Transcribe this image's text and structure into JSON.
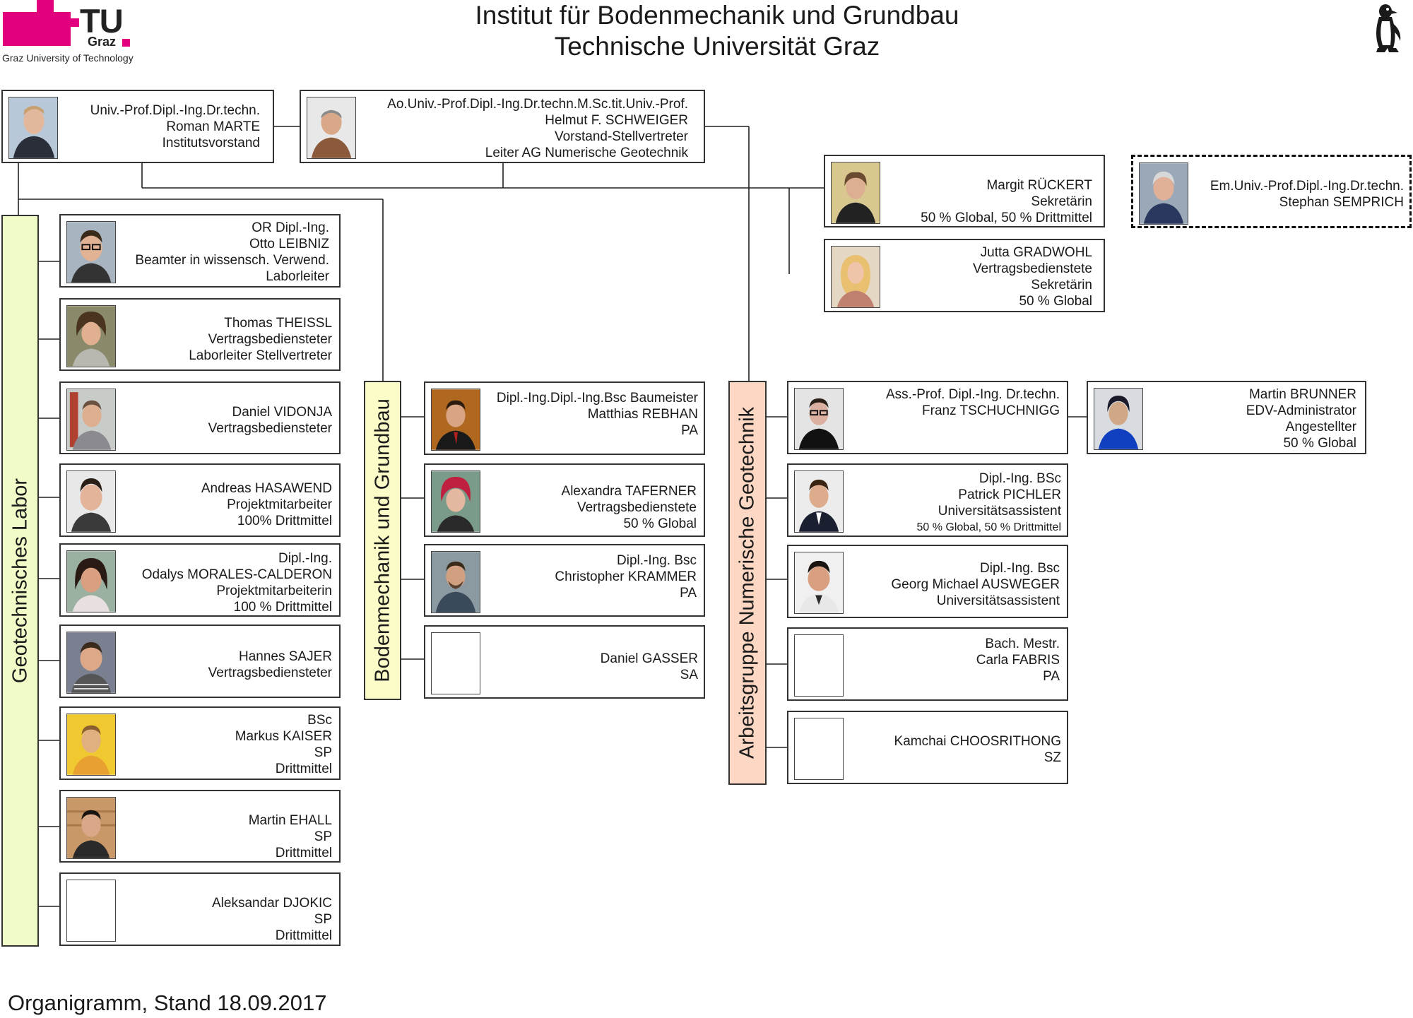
{
  "header": {
    "logo": {
      "mark": "TU",
      "city": "Graz",
      "subtitle": "Graz University of Technology"
    },
    "title_line1": "Institut für Bodenmechanik und Grundbau",
    "title_line2": "Technische Universität Graz",
    "mascot_icon": "penguin-icon"
  },
  "departments": {
    "labor": {
      "label": "Geotechnisches Labor",
      "color": "#f0fcc8"
    },
    "bodenmechanik": {
      "label": "Bodenmechanik und Grundbau",
      "color": "#fcfcc8"
    },
    "numerik": {
      "label": "Arbeitsgruppe Numerische Geotechnik",
      "color": "#fcd7c4"
    }
  },
  "people": {
    "marte": {
      "lines": [
        "Univ.-Prof.Dipl.-Ing.Dr.techn.",
        "Roman MARTE",
        "Institutsvorstand"
      ]
    },
    "schweiger": {
      "lines": [
        "Ao.Univ.-Prof.Dipl.-Ing.Dr.techn.M.Sc.tit.Univ.-Prof.",
        "Helmut F. SCHWEIGER",
        "Vorstand-Stellvertreter",
        "Leiter AG Numerische Geotechnik"
      ]
    },
    "rueckert": {
      "lines": [
        "Margit RÜCKERT",
        "Sekretärin",
        "50 % Global, 50 % Drittmittel"
      ]
    },
    "gradwohl": {
      "lines": [
        "Jutta GRADWOHL",
        "Vertragsbedienstete",
        "Sekretärin",
        "50 % Global"
      ]
    },
    "semprich": {
      "lines": [
        "Em.Univ.-Prof.Dipl.-Ing.Dr.techn.",
        "Stephan SEMPRICH"
      ]
    },
    "leibniz": {
      "lines": [
        "OR Dipl.-Ing.",
        "Otto LEIBNIZ",
        "Beamter in wissensch. Verwend.",
        "Laborleiter"
      ]
    },
    "theissl": {
      "lines": [
        "Thomas THEISSL",
        "Vertragsbediensteter",
        "Laborleiter Stellvertreter"
      ]
    },
    "vidonja": {
      "lines": [
        "Daniel VIDONJA",
        "Vertragsbediensteter"
      ]
    },
    "hasawend": {
      "lines": [
        "Andreas HASAWEND",
        "Projektmitarbeiter",
        "100% Drittmittel"
      ]
    },
    "morales": {
      "lines": [
        "Dipl.-Ing.",
        "Odalys MORALES-CALDERON",
        "Projektmitarbeiterin",
        "100 % Drittmittel"
      ]
    },
    "sajer": {
      "lines": [
        "Hannes SAJER",
        "Vertragsbediensteter"
      ]
    },
    "kaiser": {
      "lines": [
        "BSc",
        "Markus KAISER",
        "SP",
        "Drittmittel"
      ]
    },
    "ehall": {
      "lines": [
        "Martin EHALL",
        "SP",
        "Drittmittel"
      ]
    },
    "djokic": {
      "lines": [
        "Aleksandar DJOKIC",
        "SP",
        "Drittmittel"
      ]
    },
    "rebhan": {
      "lines": [
        "Dipl.-Ing.Dipl.-Ing.Bsc Baumeister",
        "Matthias REBHAN",
        "PA"
      ]
    },
    "taferner": {
      "lines": [
        "Alexandra TAFERNER",
        "Vertragsbedienstete",
        "50 % Global"
      ]
    },
    "krammer": {
      "lines": [
        "Dipl.-Ing. Bsc",
        "Christopher KRAMMER",
        "PA"
      ]
    },
    "gasser": {
      "lines": [
        "Daniel GASSER",
        "SA"
      ]
    },
    "tschuchnigg": {
      "lines": [
        "Ass.-Prof. Dipl.-Ing. Dr.techn.",
        "Franz TSCHUCHNIGG"
      ]
    },
    "brunner": {
      "lines": [
        "Martin BRUNNER",
        "EDV-Administrator",
        "Angestellter",
        "50 % Global"
      ]
    },
    "pichler": {
      "lines": [
        "Dipl.-Ing. BSc",
        "Patrick PICHLER",
        "Universitätsassistent",
        "50 % Global, 50 % Drittmittel"
      ]
    },
    "ausweger": {
      "lines": [
        "Dipl.-Ing. Bsc",
        "Georg Michael AUSWEGER",
        "Universitätsassistent"
      ]
    },
    "fabris": {
      "lines": [
        "Bach. Mestr.",
        "Carla FABRIS",
        "PA"
      ]
    },
    "choosrithong": {
      "lines": [
        "Kamchai CHOOSRITHONG",
        "SZ"
      ]
    }
  },
  "footer": {
    "text": "Organigramm, Stand 18.09.2017"
  }
}
